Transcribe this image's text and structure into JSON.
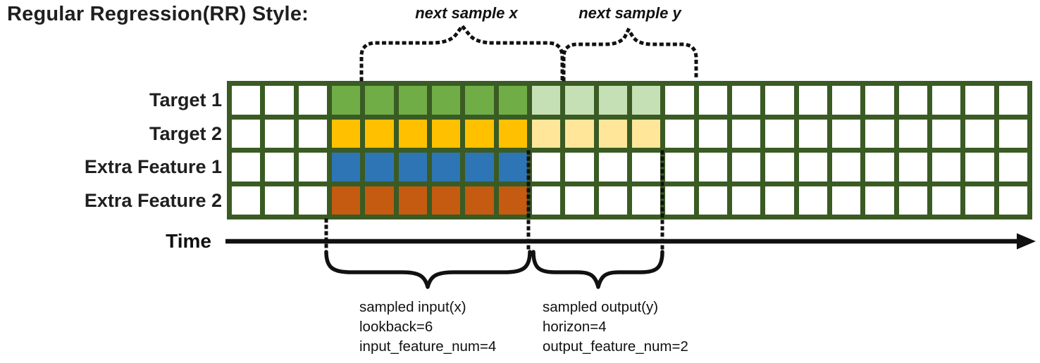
{
  "title": "Regular Regression(RR) Style:",
  "annotations": {
    "next_sample_x": "next sample x",
    "next_sample_y": "next sample y",
    "time_label": "Time"
  },
  "sampled_input": {
    "title": "sampled input(x)",
    "lookback_text": "lookback=6",
    "feature_num_text": "input_feature_num=4"
  },
  "sampled_output": {
    "title": "sampled output(y)",
    "horizon_text": "horizon=4",
    "feature_num_text": "output_feature_num=2"
  },
  "grid": {
    "columns": 24,
    "rows": 4,
    "row_labels": [
      "Target 1",
      "Target 2",
      "Extra Feature 1",
      "Extra Feature 2"
    ],
    "input_start_col": 3,
    "lookback": 6,
    "horizon": 4,
    "input_feature_num": 4,
    "output_feature_num": 2
  },
  "colors": {
    "grid_border": "#3A5B23",
    "cell_bg": "#FFFFFF",
    "input_row_colors": [
      "#70AD47",
      "#FFC000",
      "#2E75B6",
      "#C55A11"
    ],
    "output_row_colors": [
      "#C5E0B4",
      "#FFE699",
      null,
      null
    ],
    "annotation": "#000000"
  }
}
